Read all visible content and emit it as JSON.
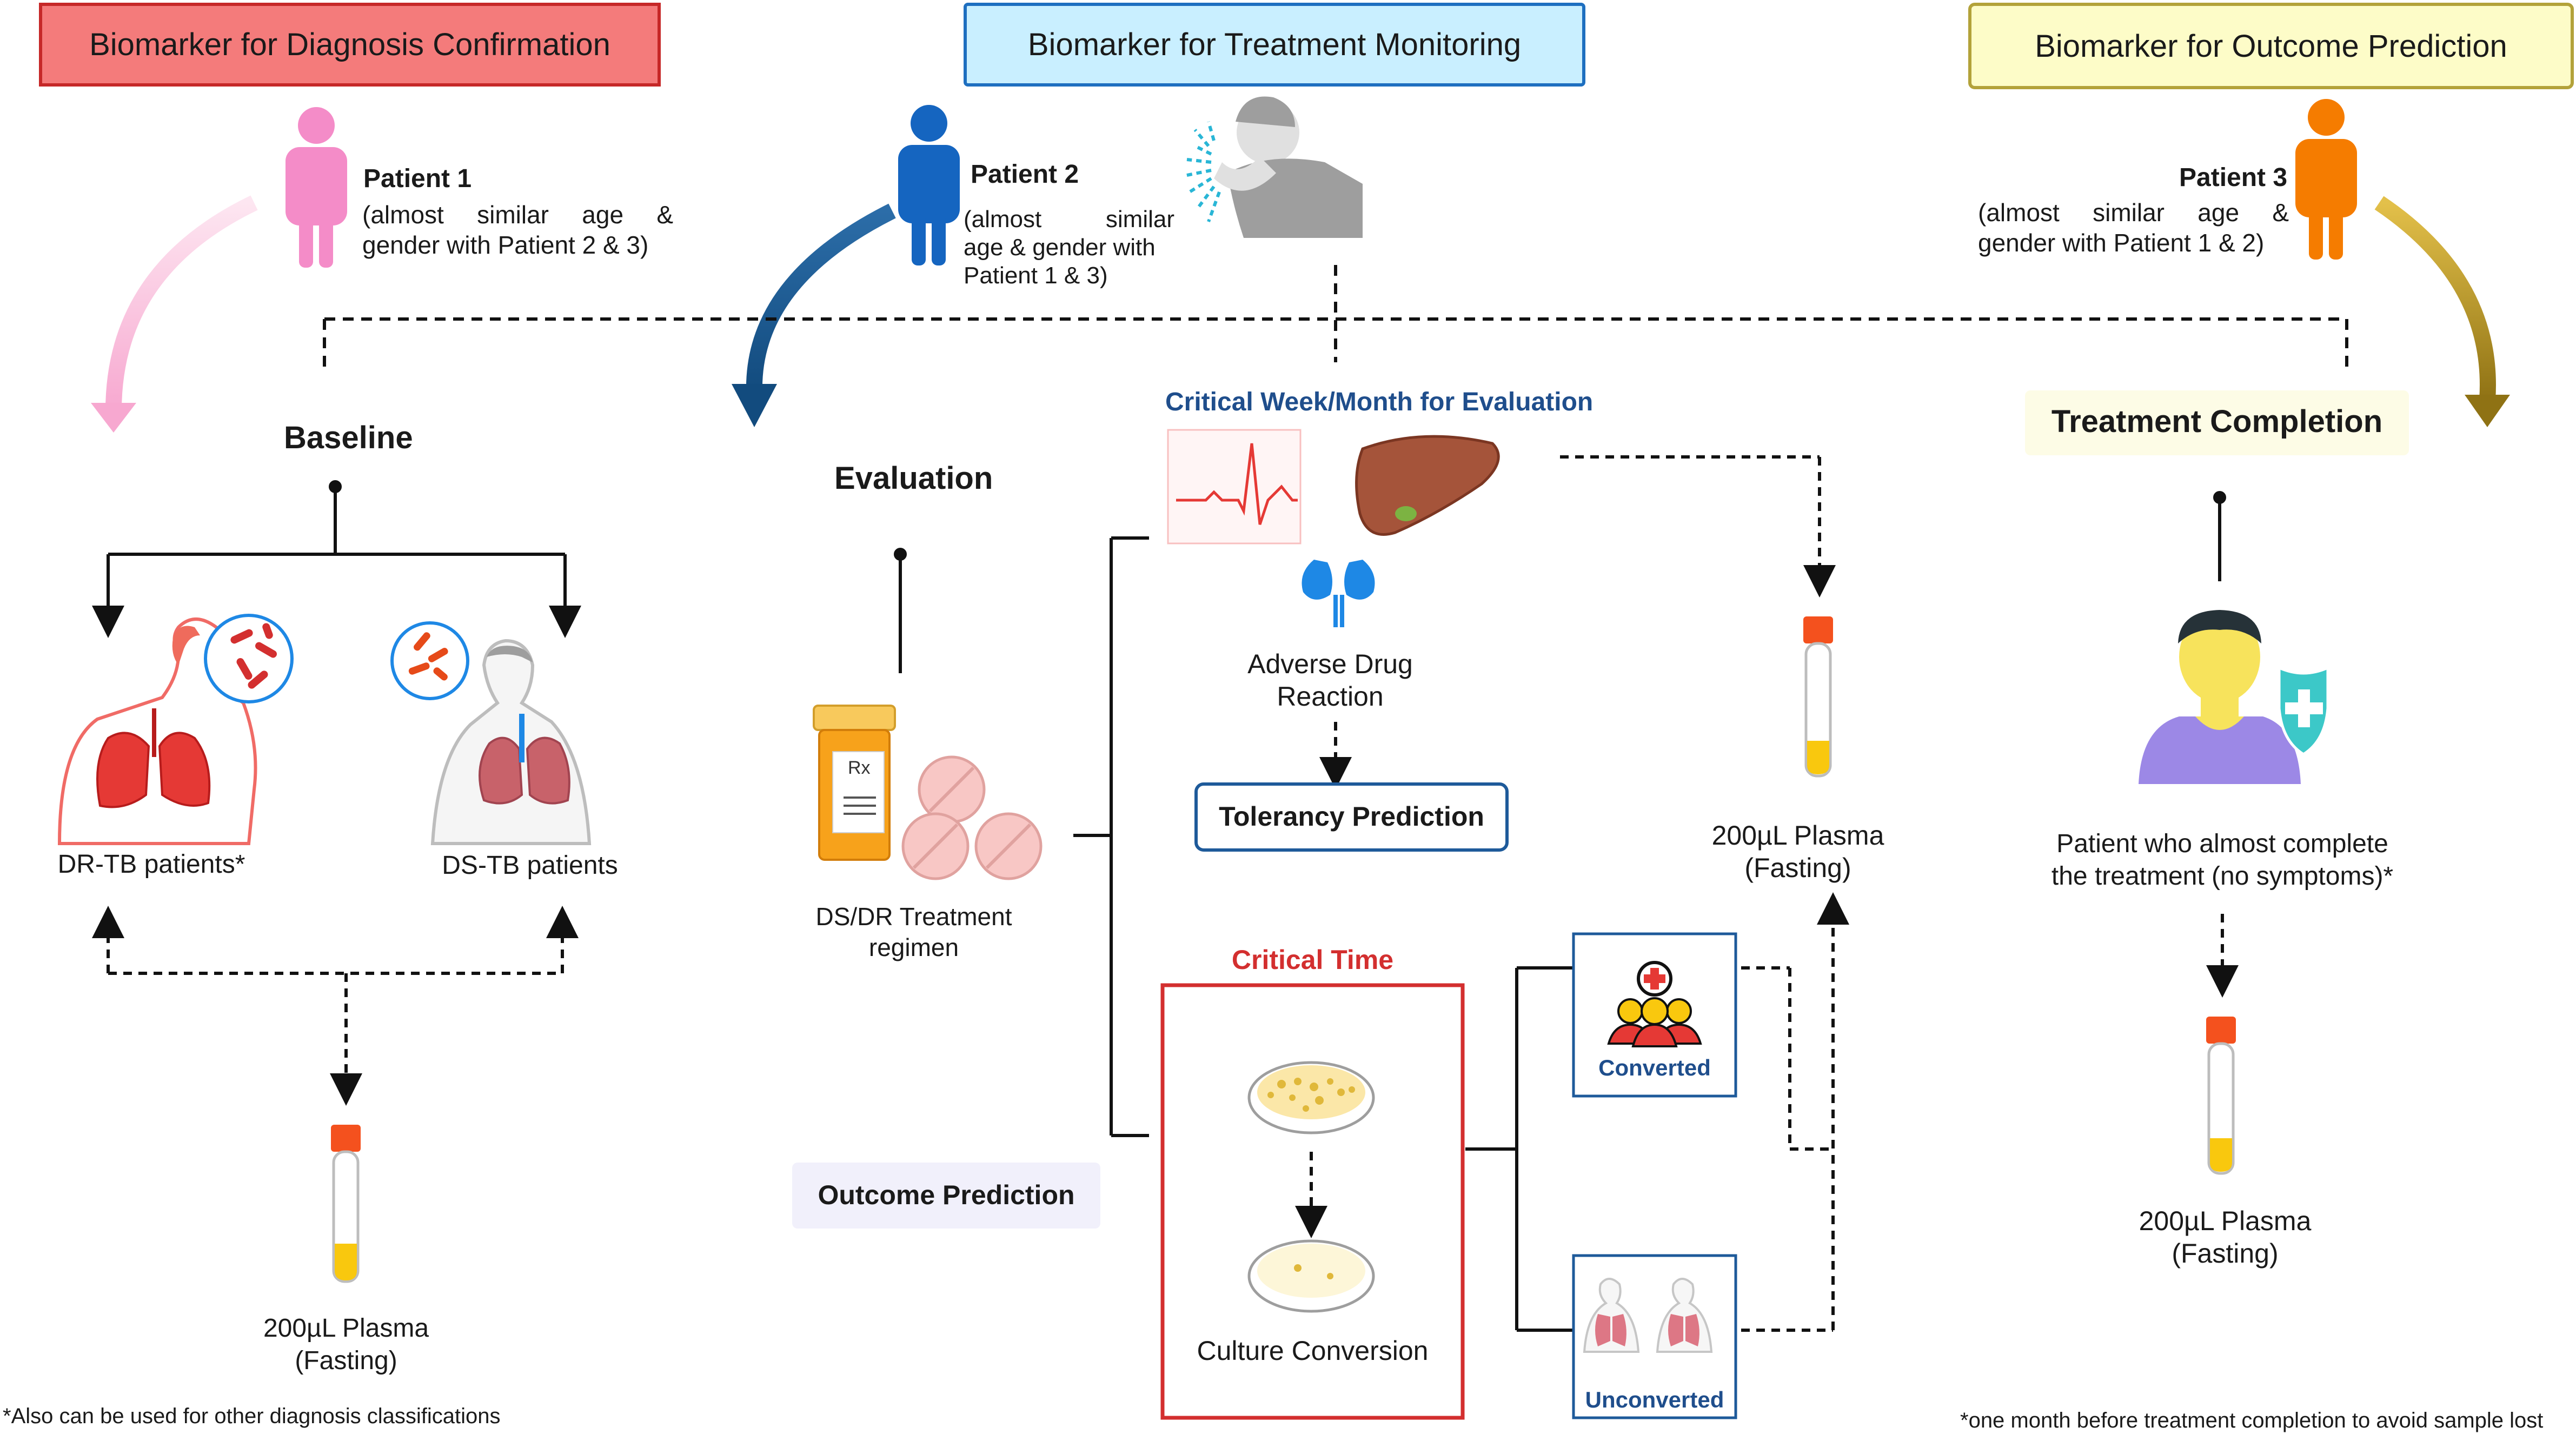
{
  "headers": {
    "diagnosis": "Biomarker for Diagnosis Confirmation",
    "monitoring": "Biomarker for Treatment Monitoring",
    "outcome": "Biomarker for Outcome Prediction"
  },
  "patients": {
    "p1": {
      "name": "Patient 1",
      "line1": "(almost   similar   age   &",
      "line2": "gender with Patient 2 & 3)"
    },
    "p2": {
      "name": "Patient 2",
      "line1": "(almost       similar",
      "line2": "age & gender with",
      "line3": "Patient 1 & 3)"
    },
    "p3": {
      "name": "Patient 3",
      "line1": "(almost   similar   age   &",
      "line2": "gender with Patient 1 & 2)"
    }
  },
  "stages": {
    "baseline": "Baseline",
    "evaluation": "Evaluation",
    "completion": "Treatment Completion",
    "critical_week": "Critical Week/Month for Evaluation",
    "critical_time": "Critical Time"
  },
  "labels": {
    "dr_tb": "DR-TB patients*",
    "ds_tb": "DS-TB patients",
    "regimen_1": "DS/DR Treatment",
    "regimen_2": "regimen",
    "adr_1": "Adverse Drug",
    "adr_2": "Reaction",
    "tolerancy": "Tolerancy Prediction",
    "outcome_prediction": "Outcome Prediction",
    "culture": "Culture Conversion",
    "converted": "Converted",
    "unconverted": "Unconverted",
    "plasma": "200µL Plasma",
    "fasting": "(Fasting)",
    "completer_1": "Patient who almost complete",
    "completer_2": "the treatment (no symptoms)*",
    "rx": "Rx"
  },
  "footnotes": {
    "left": "*Also can be used for other diagnosis classifications",
    "right": "*one month before treatment completion to avoid sample lost"
  },
  "colors": {
    "diag_fill": "#f47b7b",
    "diag_border": "#c62828",
    "mon_fill": "#c9efff",
    "mon_border": "#1e6fc0",
    "out_fill": "#fdfcc8",
    "out_border": "#b3a23a",
    "patient1": "#f48cc8",
    "patient2": "#1565c0",
    "patient3": "#f57c00",
    "red_box": "#d32f2f",
    "blue_text": "#1f4e8c"
  }
}
